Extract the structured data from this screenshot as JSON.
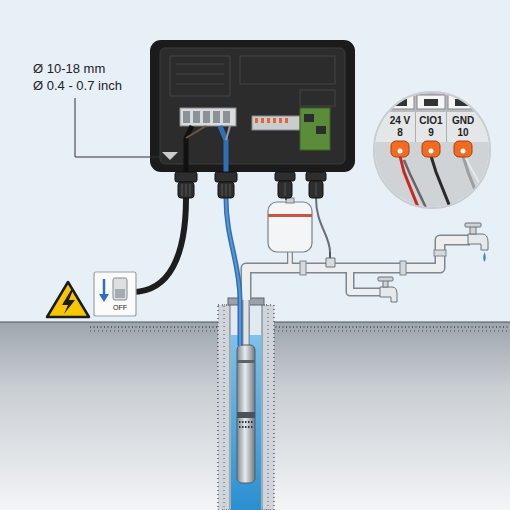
{
  "diagram": {
    "labels": [
      "Ø 10-18 mm",
      "Ø 0.4 - 0.7 inch",
      "24 V",
      "8",
      "CIO1",
      "9",
      "GND",
      "10",
      "OFF"
    ]
  }
}
